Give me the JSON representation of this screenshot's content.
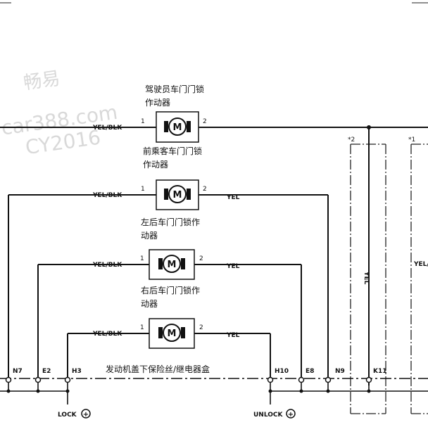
{
  "watermark": {
    "line1": "畅易",
    "line2": "car388.com",
    "line3": "CY2016"
  },
  "actuators": [
    {
      "title": "驾驶员车门门锁",
      "title2": "作动器",
      "pin1": "1",
      "pin2": "2",
      "wire_left": "YEL/BLK",
      "wire_right": "",
      "motor": "M"
    },
    {
      "title": "前乘客车门门锁",
      "title2": "作动器",
      "pin1": "1",
      "pin2": "2",
      "wire_left": "YEL/BLK",
      "wire_right": "YEL",
      "motor": "M"
    },
    {
      "title": "左后车门门锁作",
      "title2": "动器",
      "pin1": "1",
      "pin2": "2",
      "wire_left": "YEL/BLK",
      "wire_right": "YEL",
      "motor": "M"
    },
    {
      "title": "右后车门门锁作",
      "title2": "动器",
      "pin1": "1",
      "pin2": "2",
      "wire_left": "YEL/BLK",
      "wire_right": "YEL",
      "motor": "M"
    }
  ],
  "fusebox": {
    "label": "发动机盖下保险丝/继电器盒"
  },
  "connectors": [
    "N7",
    "E2",
    "H3",
    "H10",
    "E8",
    "N9",
    "K11"
  ],
  "bottom": {
    "lock": "LOCK",
    "unlock": "UNLOCK",
    "plus": "+"
  },
  "right": {
    "note1": "*2",
    "note2": "*1",
    "wire1": "YEL",
    "wire2": "YEL/"
  }
}
